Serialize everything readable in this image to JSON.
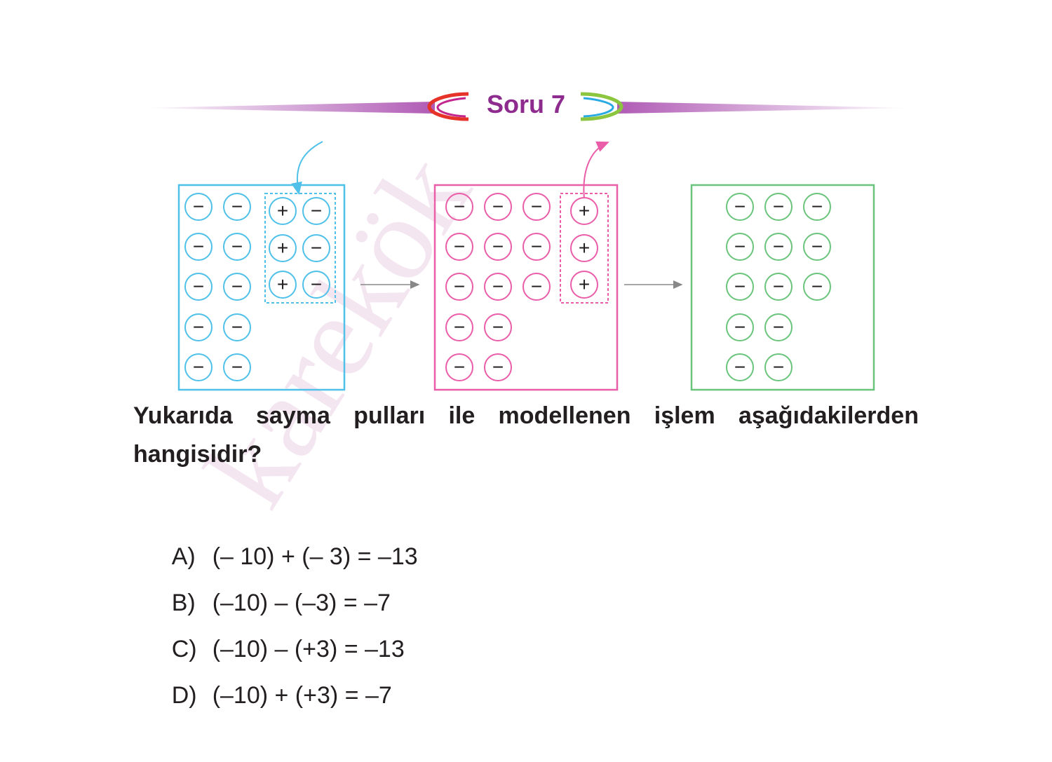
{
  "header": {
    "title": "Soru 7",
    "colors": {
      "band": "#b05bb5",
      "title": "#8e2b8f",
      "left_swoosh": [
        "#e6332a",
        "#c2268c"
      ],
      "right_swoosh": [
        "#8cc63f",
        "#29aae2"
      ]
    }
  },
  "watermark": {
    "text": "karekök"
  },
  "model": {
    "panels": [
      {
        "color": "#4fc1e9",
        "minus_count": 10,
        "highlight_group": {
          "rows": [
            [
              "+",
              "−"
            ],
            [
              "+",
              "−"
            ],
            [
              "+",
              "−"
            ]
          ],
          "border": "dashed"
        },
        "annotation_arrow": "into-group"
      },
      {
        "color": "#ea5da8",
        "minus_count": 13,
        "highlight_group": {
          "rows": [
            [
              "+"
            ],
            [
              "+"
            ],
            [
              "+"
            ]
          ],
          "border": "dashed"
        },
        "annotation_arrow": "out-of-group"
      },
      {
        "color": "#6ac47b",
        "minus_count": 13,
        "highlight_group": null,
        "annotation_arrow": null
      }
    ],
    "minus_symbol": "−",
    "plus_symbol": "+",
    "connector_color": "#888888"
  },
  "question": {
    "text": "Yukarıda sayma pulları ile modellenen işlem aşağıdakilerden hangisidir?"
  },
  "options": [
    {
      "letter": "A)",
      "expression": "(– 10) + (– 3) = –13"
    },
    {
      "letter": "B)",
      "expression": "(–10) – (–3) = –7"
    },
    {
      "letter": "C)",
      "expression": "(–10) – (+3) = –13"
    },
    {
      "letter": "D)",
      "expression": "(–10) + (+3) = –7"
    }
  ]
}
